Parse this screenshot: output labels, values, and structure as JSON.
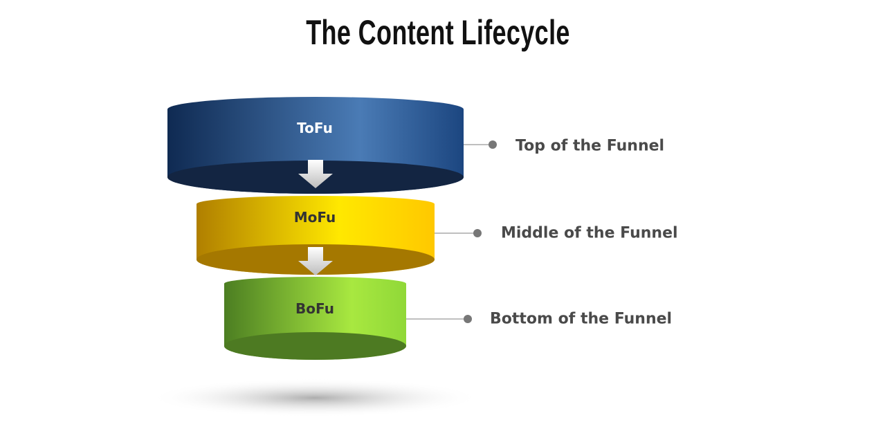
{
  "title": "The Content Lifecycle",
  "stages": [
    {
      "abbr": "ToFu",
      "label": "Top of the Funnel",
      "color": "#2a5288",
      "text_color": "#ffffff"
    },
    {
      "abbr": "MoFu",
      "label": "Middle of the Funnel",
      "color": "#e8c400",
      "text_color": "#333333"
    },
    {
      "abbr": "BoFu",
      "label": "Bottom of the Funnel",
      "color": "#8ac43a",
      "text_color": "#333333"
    }
  ]
}
